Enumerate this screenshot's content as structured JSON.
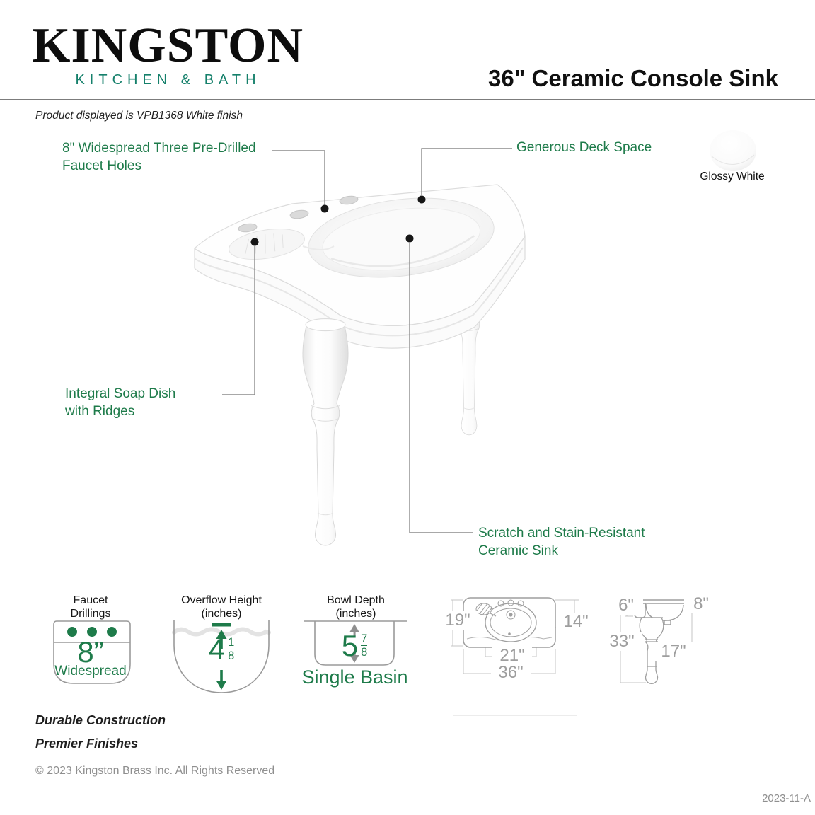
{
  "header": {
    "brand": "KINGSTON",
    "tagline": "KITCHEN & BATH",
    "product_title": "36\" Ceramic Console Sink"
  },
  "note": "Product displayed is VPB1368 White finish",
  "callouts": {
    "faucet_holes": {
      "line1": "8\" Widespread Three Pre-Drilled",
      "line2": "Faucet Holes"
    },
    "deck_space": {
      "line1": "Generous Deck Space"
    },
    "soap_dish": {
      "line1": "Integral Soap Dish",
      "line2": "with Ridges"
    },
    "ceramic_sink": {
      "line1": "Scratch and Stain-Resistant",
      "line2": "Ceramic Sink"
    }
  },
  "finish": {
    "name": "Glossy White"
  },
  "specs": {
    "faucet": {
      "title1": "Faucet",
      "title2": "Drillings",
      "value": "8”",
      "sub": "Widespread"
    },
    "overflow": {
      "title1": "Overflow Height",
      "title2": "(inches)",
      "whole": "4",
      "num": "1",
      "den": "8"
    },
    "bowl": {
      "title1": "Bowl Depth",
      "title2": "(inches)",
      "whole": "5",
      "num": "7",
      "den": "8",
      "basin": "Single Basin"
    }
  },
  "dims": {
    "top": {
      "depth": "19\"",
      "inner": "14\"",
      "basin": "21\"",
      "width": "36\""
    },
    "side": {
      "lip": "6\"",
      "rim": "8\"",
      "height": "33\"",
      "leg": "17\""
    }
  },
  "footer": {
    "feature1": "Durable Construction",
    "feature2": "Premier Finishes",
    "copyright": "© 2023 Kingston Brass Inc. All Rights Reserved",
    "code": "2023-11-A"
  },
  "colors": {
    "brand_teal": "#15806b",
    "accent_green": "#1e7b4a",
    "divider_gray": "#7c7c7c",
    "dim_gray": "#9e9e9e",
    "leader_gray": "#8c8c8c"
  }
}
